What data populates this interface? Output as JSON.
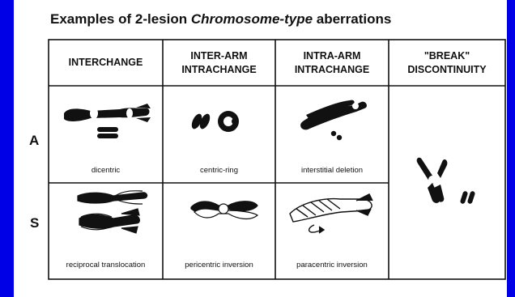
{
  "title": {
    "prefix": "Examples of 2-lesion ",
    "italic": "Chromosome-type",
    "suffix": " aberrations"
  },
  "row_labels": [
    "A",
    "S"
  ],
  "columns": [
    {
      "line1": "INTERCHANGE",
      "line2": ""
    },
    {
      "line1": "INTER-ARM",
      "line2": "INTRACHANGE"
    },
    {
      "line1": "INTRA-ARM",
      "line2": "INTRACHANGE"
    },
    {
      "line1": "\"BREAK\"",
      "line2": "DISCONTINUITY"
    }
  ],
  "cells": {
    "A": [
      "dicentric",
      "centric-ring",
      "interstitial deletion"
    ],
    "S": [
      "reciprocal translocation",
      "pericentric inversion",
      "paracentric inversion"
    ]
  },
  "colors": {
    "background": "#0000e6",
    "panel": "#ffffff",
    "ink": "#111111"
  }
}
